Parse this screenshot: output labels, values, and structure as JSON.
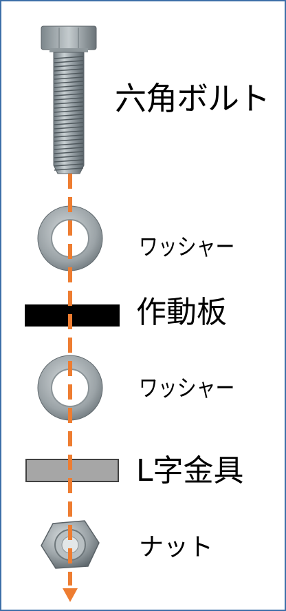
{
  "labels": {
    "bolt": "六角ボルト",
    "washer_top": "ワッシャー",
    "plate": "作動板",
    "washer_bottom": "ワッシャー",
    "bracket": "L字金具",
    "nut": "ナット"
  },
  "colors": {
    "frame_border": "#3d6fa8",
    "axis_line": "#ee7d31",
    "plate": "#000000",
    "bracket": "#a6a6a6",
    "metal": "#9aa3a8"
  }
}
